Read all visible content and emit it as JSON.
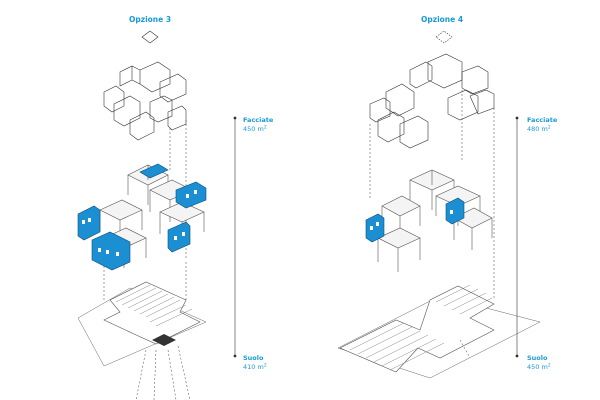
{
  "options": [
    {
      "title": "Opzione 3",
      "facades_label": "Facciate",
      "facades_value": "450 m",
      "ground_label": "Suolo",
      "ground_value": "410 m",
      "unit_superscript": "2"
    },
    {
      "title": "Opzione 4",
      "facades_label": "Facciate",
      "facades_value": "480 m",
      "ground_label": "Suolo",
      "ground_value": "450 m",
      "unit_superscript": "2"
    }
  ],
  "colors": {
    "accent": "#1a9ad6",
    "facade_blue": "#1b8fd2",
    "line": "#333333"
  }
}
